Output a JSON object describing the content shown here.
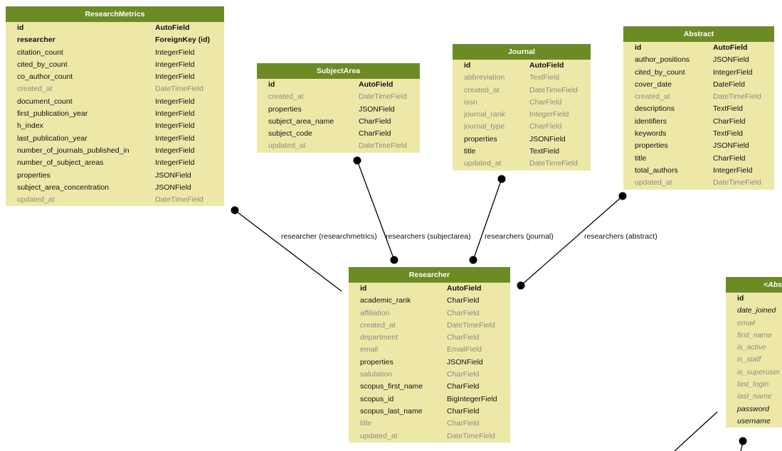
{
  "models": {
    "researchmetrics": {
      "title": "ResearchMetrics",
      "fields": [
        {
          "name": "id",
          "type": "AutoField",
          "style": "key"
        },
        {
          "name": "researcher",
          "type": "ForeignKey (id)",
          "style": "key"
        },
        {
          "name": "citation_count",
          "type": "IntegerField",
          "style": ""
        },
        {
          "name": "cited_by_count",
          "type": "IntegerField",
          "style": ""
        },
        {
          "name": "co_author_count",
          "type": "IntegerField",
          "style": ""
        },
        {
          "name": "created_at",
          "type": "DateTimeField",
          "style": "dim"
        },
        {
          "name": "document_count",
          "type": "IntegerField",
          "style": ""
        },
        {
          "name": "first_publication_year",
          "type": "IntegerField",
          "style": ""
        },
        {
          "name": "h_index",
          "type": "IntegerField",
          "style": ""
        },
        {
          "name": "last_publication_year",
          "type": "IntegerField",
          "style": ""
        },
        {
          "name": "number_of_journals_published_in",
          "type": "IntegerField",
          "style": ""
        },
        {
          "name": "number_of_subject_areas",
          "type": "IntegerField",
          "style": ""
        },
        {
          "name": "properties",
          "type": "JSONField",
          "style": ""
        },
        {
          "name": "subject_area_concentration",
          "type": "JSONField",
          "style": ""
        },
        {
          "name": "updated_at",
          "type": "DateTimeField",
          "style": "dim"
        }
      ]
    },
    "subjectarea": {
      "title": "SubjectArea",
      "fields": [
        {
          "name": "id",
          "type": "AutoField",
          "style": "key"
        },
        {
          "name": "created_at",
          "type": "DateTimeField",
          "style": "dim"
        },
        {
          "name": "properties",
          "type": "JSONField",
          "style": ""
        },
        {
          "name": "subject_area_name",
          "type": "CharField",
          "style": ""
        },
        {
          "name": "subject_code",
          "type": "CharField",
          "style": ""
        },
        {
          "name": "updated_at",
          "type": "DateTimeField",
          "style": "dim"
        }
      ]
    },
    "journal": {
      "title": "Journal",
      "fields": [
        {
          "name": "id",
          "type": "AutoField",
          "style": "key"
        },
        {
          "name": "abbreviation",
          "type": "TextField",
          "style": "dim"
        },
        {
          "name": "created_at",
          "type": "DateTimeField",
          "style": "dim"
        },
        {
          "name": "issn",
          "type": "CharField",
          "style": "dim"
        },
        {
          "name": "journal_rank",
          "type": "IntegerField",
          "style": "dim"
        },
        {
          "name": "journal_type",
          "type": "CharField",
          "style": "dim"
        },
        {
          "name": "properties",
          "type": "JSONField",
          "style": ""
        },
        {
          "name": "title",
          "type": "TextField",
          "style": ""
        },
        {
          "name": "updated_at",
          "type": "DateTimeField",
          "style": "dim"
        }
      ]
    },
    "abstract": {
      "title": "Abstract",
      "fields": [
        {
          "name": "id",
          "type": "AutoField",
          "style": "key"
        },
        {
          "name": "author_positions",
          "type": "JSONField",
          "style": ""
        },
        {
          "name": "cited_by_count",
          "type": "IntegerField",
          "style": ""
        },
        {
          "name": "cover_date",
          "type": "DateField",
          "style": ""
        },
        {
          "name": "created_at",
          "type": "DateTimeField",
          "style": "dim"
        },
        {
          "name": "descriptions",
          "type": "TextField",
          "style": ""
        },
        {
          "name": "identifiers",
          "type": "CharField",
          "style": ""
        },
        {
          "name": "keywords",
          "type": "TextField",
          "style": ""
        },
        {
          "name": "properties",
          "type": "JSONField",
          "style": ""
        },
        {
          "name": "title",
          "type": "CharField",
          "style": ""
        },
        {
          "name": "total_authors",
          "type": "IntegerField",
          "style": ""
        },
        {
          "name": "updated_at",
          "type": "DateTimeField",
          "style": "dim"
        }
      ]
    },
    "researcher": {
      "title": "Researcher",
      "fields": [
        {
          "name": "id",
          "type": "AutoField",
          "style": "key"
        },
        {
          "name": "academic_rank",
          "type": "CharField",
          "style": ""
        },
        {
          "name": "affiliation",
          "type": "CharField",
          "style": "dim"
        },
        {
          "name": "created_at",
          "type": "DateTimeField",
          "style": "dim"
        },
        {
          "name": "department",
          "type": "CharField",
          "style": "dim"
        },
        {
          "name": "email",
          "type": "EmailField",
          "style": "dim"
        },
        {
          "name": "properties",
          "type": "JSONField",
          "style": ""
        },
        {
          "name": "salutation",
          "type": "CharField",
          "style": "dim"
        },
        {
          "name": "scopus_first_name",
          "type": "CharField",
          "style": ""
        },
        {
          "name": "scopus_id",
          "type": "BigIntegerField",
          "style": ""
        },
        {
          "name": "scopus_last_name",
          "type": "CharField",
          "style": ""
        },
        {
          "name": "title",
          "type": "CharField",
          "style": "dim"
        },
        {
          "name": "updated_at",
          "type": "DateTimeField",
          "style": "dim"
        }
      ]
    },
    "abstractuser": {
      "title": "<Abs",
      "fields": [
        {
          "name": "id",
          "type": "",
          "style": "key"
        },
        {
          "name": "date_joined",
          "type": "",
          "style": "it"
        },
        {
          "name": "email",
          "type": "",
          "style": "it dim"
        },
        {
          "name": "first_name",
          "type": "",
          "style": "it dim"
        },
        {
          "name": "is_active",
          "type": "",
          "style": "it dim"
        },
        {
          "name": "is_staff",
          "type": "",
          "style": "it dim"
        },
        {
          "name": "is_superuser",
          "type": "",
          "style": "it dim"
        },
        {
          "name": "last_login",
          "type": "",
          "style": "it dim"
        },
        {
          "name": "last_name",
          "type": "",
          "style": "it dim"
        },
        {
          "name": "password",
          "type": "",
          "style": "it"
        },
        {
          "name": "username",
          "type": "",
          "style": "it"
        }
      ]
    }
  },
  "relations": {
    "researchmetrics": "researcher (researchmetrics)",
    "subjectarea": "researchers (subjectarea)",
    "journal": "researchers (journal)",
    "abstract": "researchers (abstract)"
  },
  "colors": {
    "header": "#6d8b24",
    "body": "#ede8a8",
    "dim_text": "#8c8c80"
  }
}
